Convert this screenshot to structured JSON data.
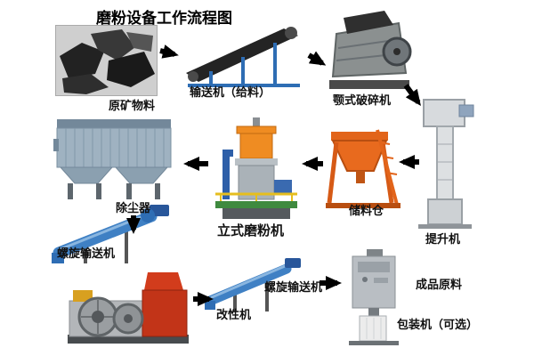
{
  "title": "磨粉设备工作流程图",
  "colors": {
    "arrow": "#000000",
    "silo_orange": "#e2641a",
    "mill_orange": "#ef8c22",
    "conveyor_blue": "#3f80c4",
    "machine_red": "#c23418",
    "background": "#ffffff"
  },
  "nodes": {
    "raw_material": {
      "label": "原矿物料"
    },
    "feeder_conveyor": {
      "label": "输送机（给料）"
    },
    "jaw_crusher": {
      "label": "颚式破碎机"
    },
    "bucket_elevator": {
      "label": "提升机"
    },
    "storage_silo": {
      "label": "储料仓"
    },
    "vertical_mill": {
      "label": "立式磨粉机"
    },
    "dust_collector": {
      "label": "除尘器"
    },
    "screw_conveyor_1": {
      "label": "螺旋输送机"
    },
    "modifier": {
      "label": "改性机"
    },
    "screw_conveyor_2": {
      "label": "螺旋输送机"
    },
    "finished_product": {
      "label": "成品原料"
    },
    "packing_machine": {
      "label": "包装机（可选）"
    }
  },
  "flow_order": [
    "原矿物料",
    "输送机（给料）",
    "颚式破碎机",
    "提升机",
    "储料仓",
    "立式磨粉机",
    "除尘器",
    "螺旋输送机",
    "改性机",
    "螺旋输送机",
    "包装机（可选）",
    "成品原料"
  ]
}
